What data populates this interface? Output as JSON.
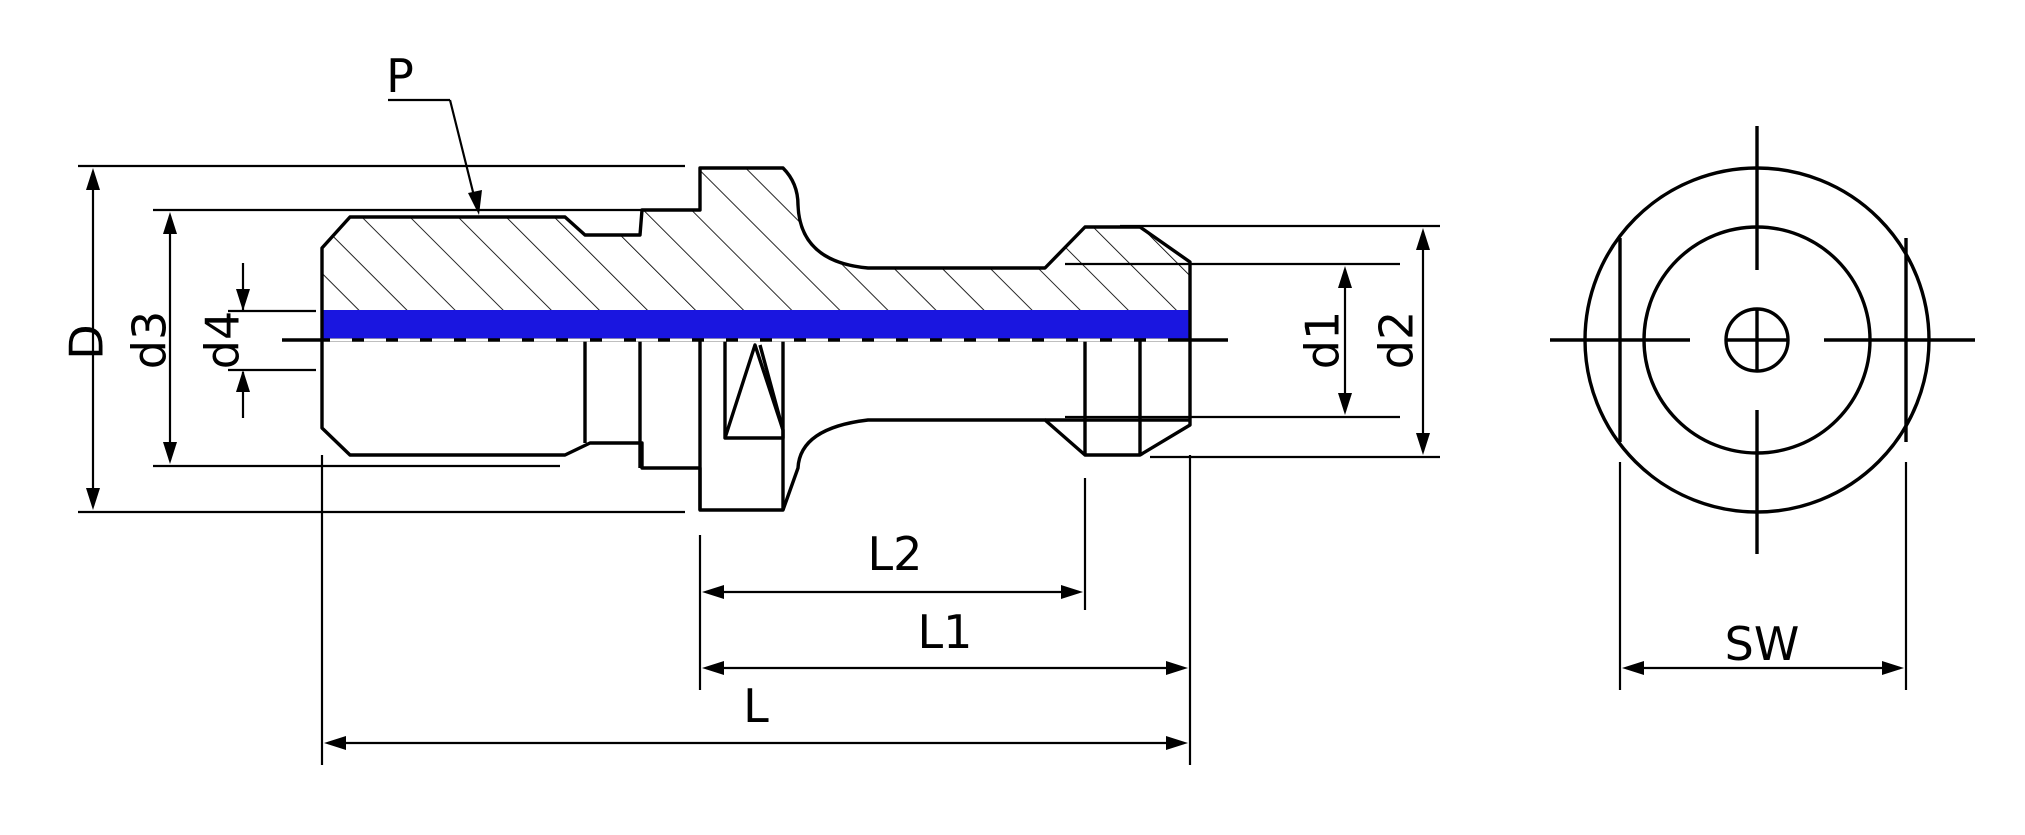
{
  "labels": {
    "D": "D",
    "d1": "d1",
    "d2": "d2",
    "d3": "d3",
    "d4": "d4",
    "L": "L",
    "L1": "L1",
    "L2": "L2",
    "P": "P",
    "SW": "SW"
  },
  "colors": {
    "line": "#000000",
    "bore": "#1a16e0",
    "background": "#ffffff"
  }
}
